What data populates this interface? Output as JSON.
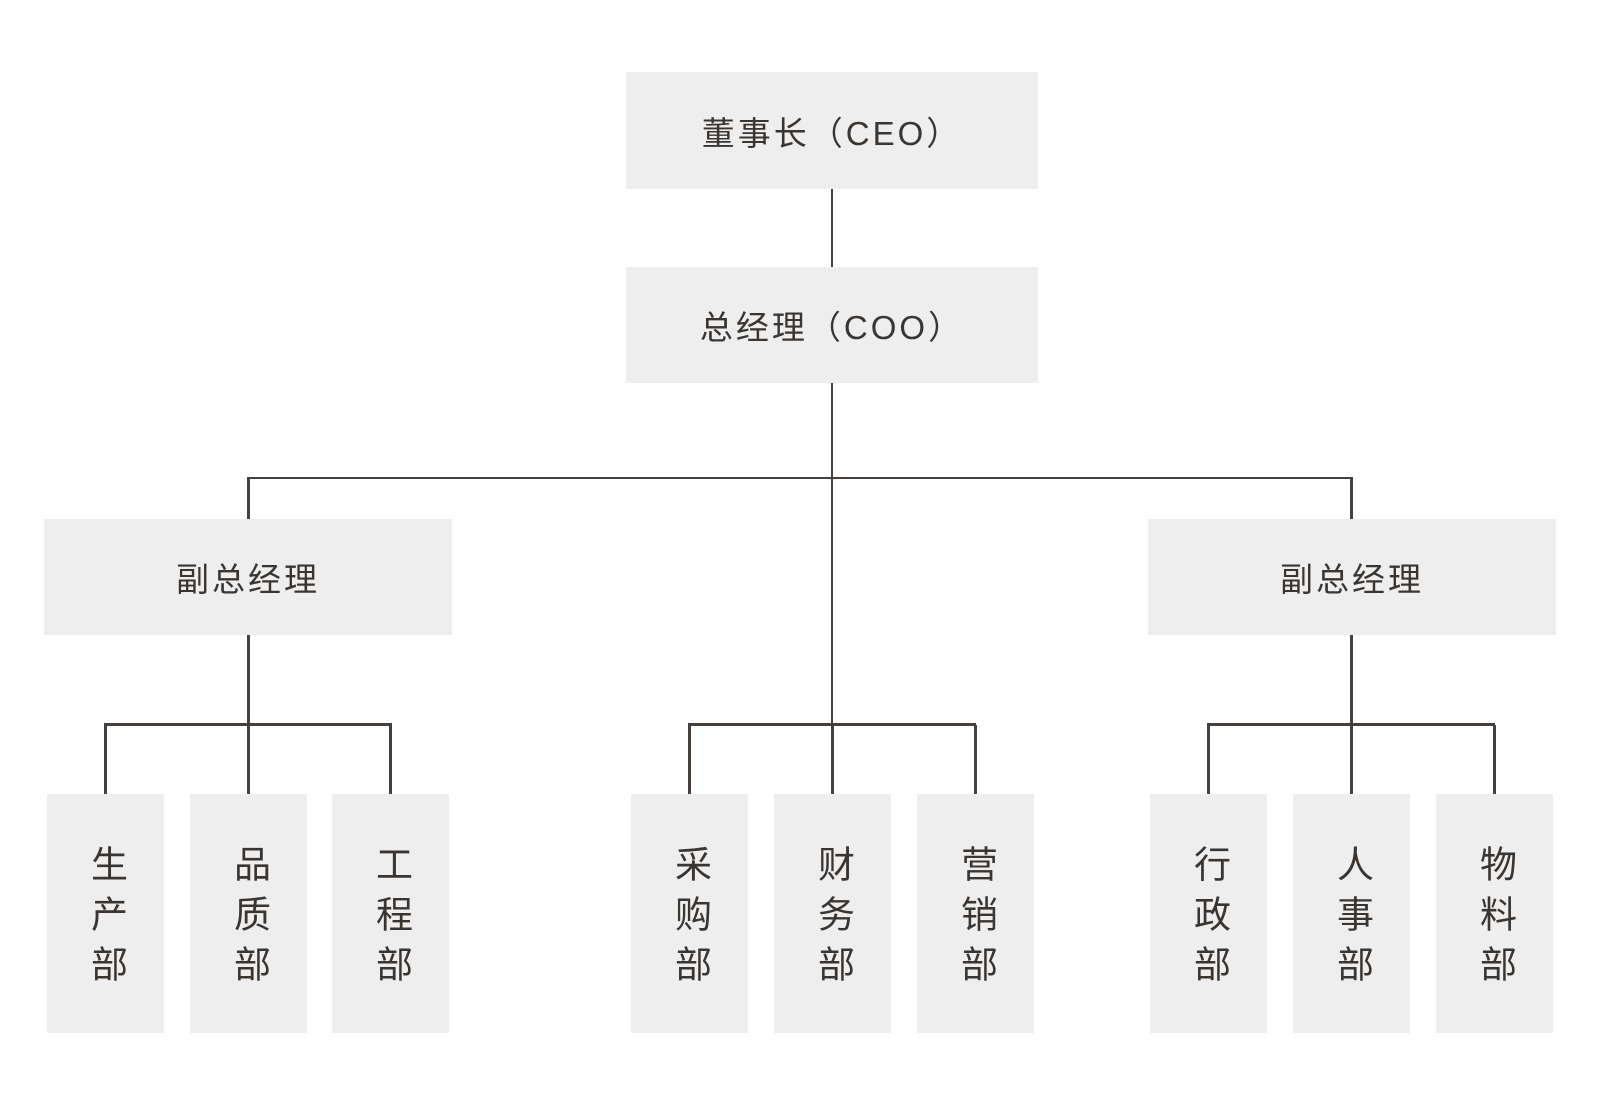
{
  "nodes": {
    "ceo": "董事长（CEO）",
    "coo": "总经理（COO）",
    "deputy_left": "副总经理",
    "deputy_right": "副总经理",
    "departments": {
      "left": [
        "生产部",
        "品质部",
        "工程部"
      ],
      "middle": [
        "采购部",
        "财务部",
        "营销部"
      ],
      "right": [
        "行政部",
        "人事部",
        "物料部"
      ]
    }
  },
  "colors": {
    "box_bg": "#eeeeee",
    "line": "#45403b",
    "text": "#3a3531",
    "background": "#ffffff"
  }
}
